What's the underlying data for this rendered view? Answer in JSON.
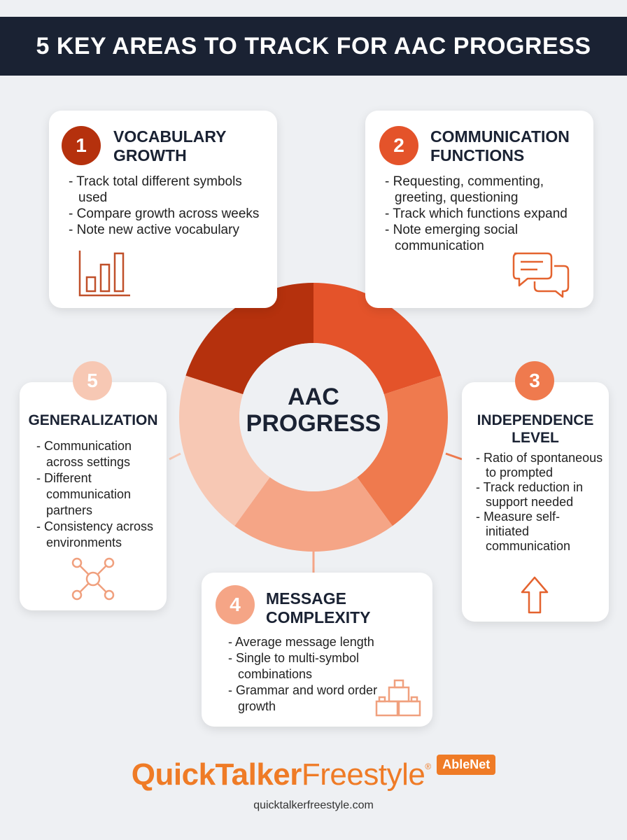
{
  "header": {
    "title": "5 KEY AREAS TO TRACK FOR AAC PROGRESS"
  },
  "center": {
    "label": "AAC PROGRESS"
  },
  "colors": {
    "header_bg": "#1a2233",
    "segment_1": "#b5310d",
    "segment_2": "#e4532a",
    "segment_3": "#ef7a4e",
    "segment_4": "#f5a586",
    "segment_5": "#f7c8b4",
    "brand_orange": "#ef7b26"
  },
  "areas": [
    {
      "number": "1",
      "title": "VOCABULARY\nGROWTH",
      "bullets": [
        "- Track total different symbols used",
        "- Compare growth across weeks",
        "- Note new active vocabulary"
      ],
      "icon": "bar-chart-icon"
    },
    {
      "number": "2",
      "title": "COMMUNICATION\nFUNCTIONS",
      "bullets": [
        "- Requesting, commenting, greeting, questioning",
        "- Track which functions expand",
        "- Note emerging social communication"
      ],
      "icon": "chat-bubbles-icon"
    },
    {
      "number": "3",
      "title": "INDEPENDENCE\nLEVEL",
      "bullets": [
        "- Ratio of spontaneous to prompted",
        "- Track reduction in support needed",
        "- Measure self-initiated communication"
      ],
      "icon": "up-arrow-icon"
    },
    {
      "number": "4",
      "title": "MESSAGE\nCOMPLEXITY",
      "bullets": [
        "- Average message length",
        "- Single to multi-symbol combinations",
        "- Grammar and word order growth"
      ],
      "icon": "blocks-icon"
    },
    {
      "number": "5",
      "title": "GENERALIZATION",
      "bullets": [
        "- Communication across settings",
        "- Different communication partners",
        "- Consistency across environments"
      ],
      "icon": "network-icon"
    }
  ],
  "footer": {
    "brand_bold": "QuickTalker",
    "brand_light": "Freestyle",
    "brand_reg": "®",
    "partner": "AbleNet",
    "url": "quicktalkerfreestyle.com"
  }
}
